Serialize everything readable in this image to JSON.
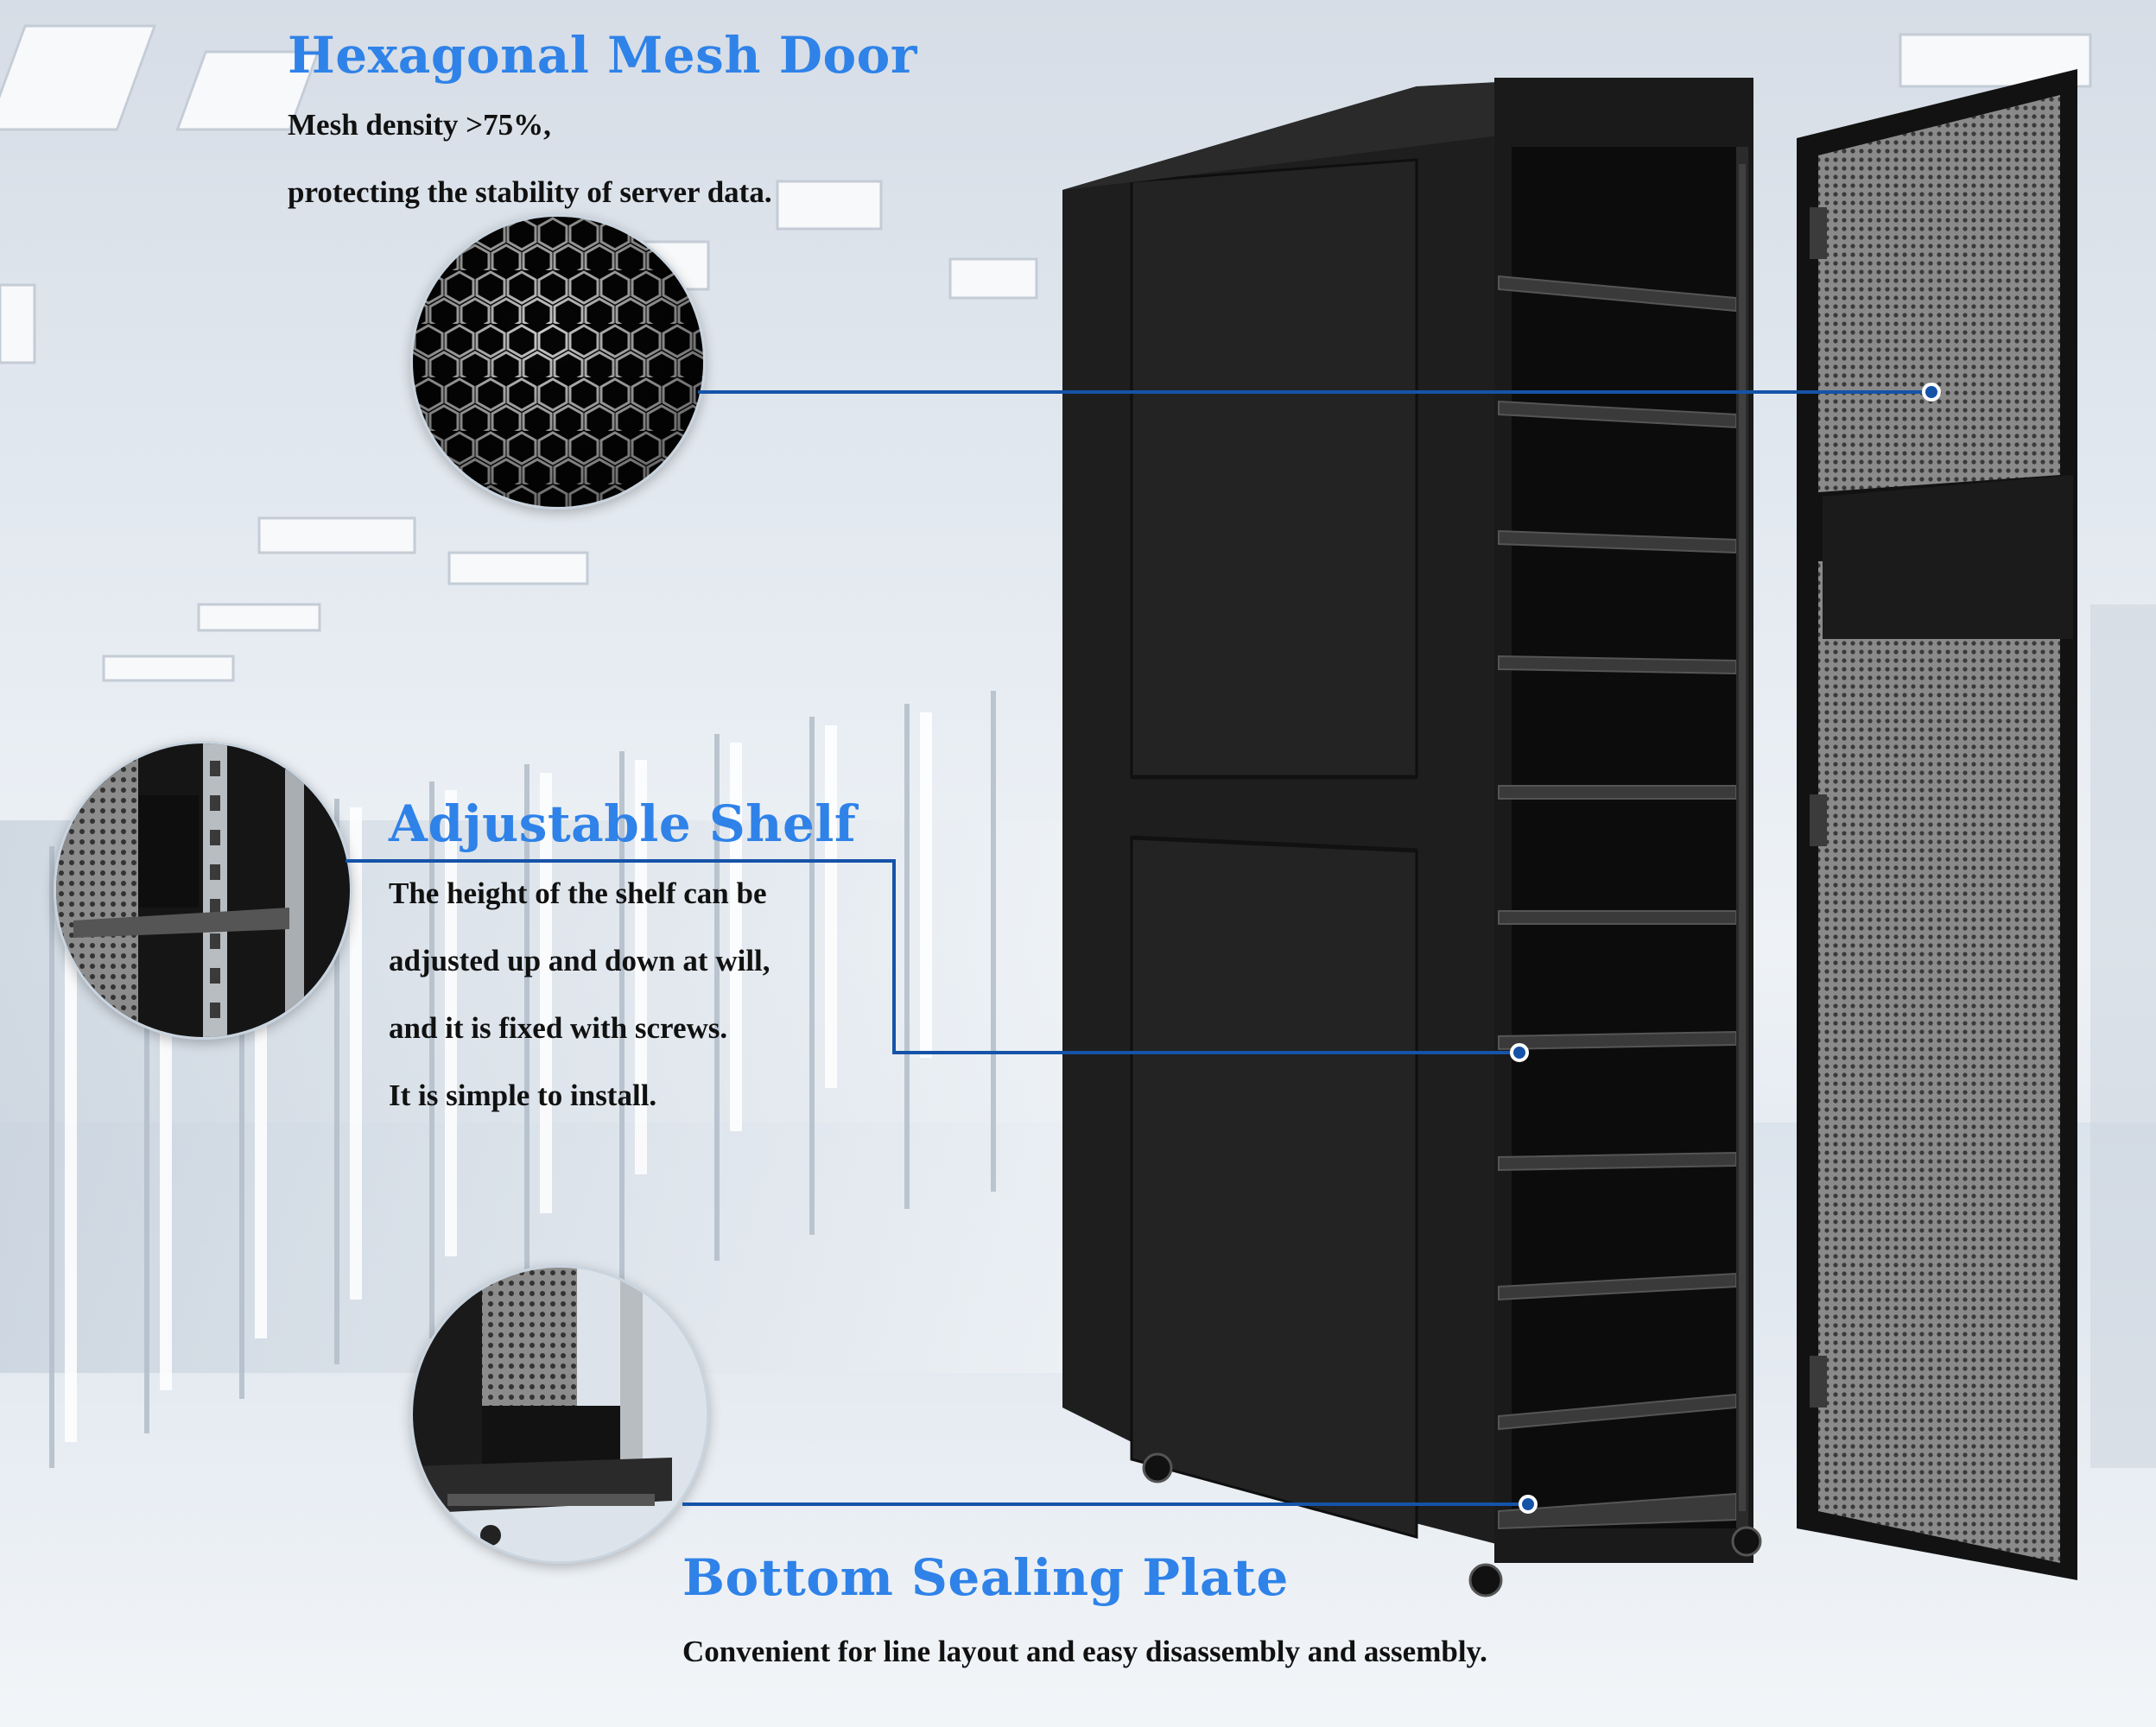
{
  "features": {
    "mesh_door": {
      "title": "Hexagonal Mesh Door",
      "lines": [
        "Mesh density >75%,",
        "protecting the stability of server data."
      ]
    },
    "shelf": {
      "title": "Adjustable Shelf",
      "lines": [
        "The height of the shelf can be",
        "adjusted up and down at will,",
        "and it is fixed with screws.",
        "It is simple to install."
      ]
    },
    "bottom_plate": {
      "title": "Bottom Sealing Plate",
      "lines": [
        "Convenient for line layout and easy disassembly and assembly."
      ]
    }
  },
  "colors": {
    "title_blue": "#2f82e8",
    "leader_blue": "#1553a8",
    "text": "#111111",
    "cabinet": "#1c1c1c"
  },
  "icons": {
    "mesh_detail": "hexagon-mesh-closeup",
    "shelf_detail": "shelf-closeup",
    "bottom_detail": "bottom-plate-closeup"
  }
}
